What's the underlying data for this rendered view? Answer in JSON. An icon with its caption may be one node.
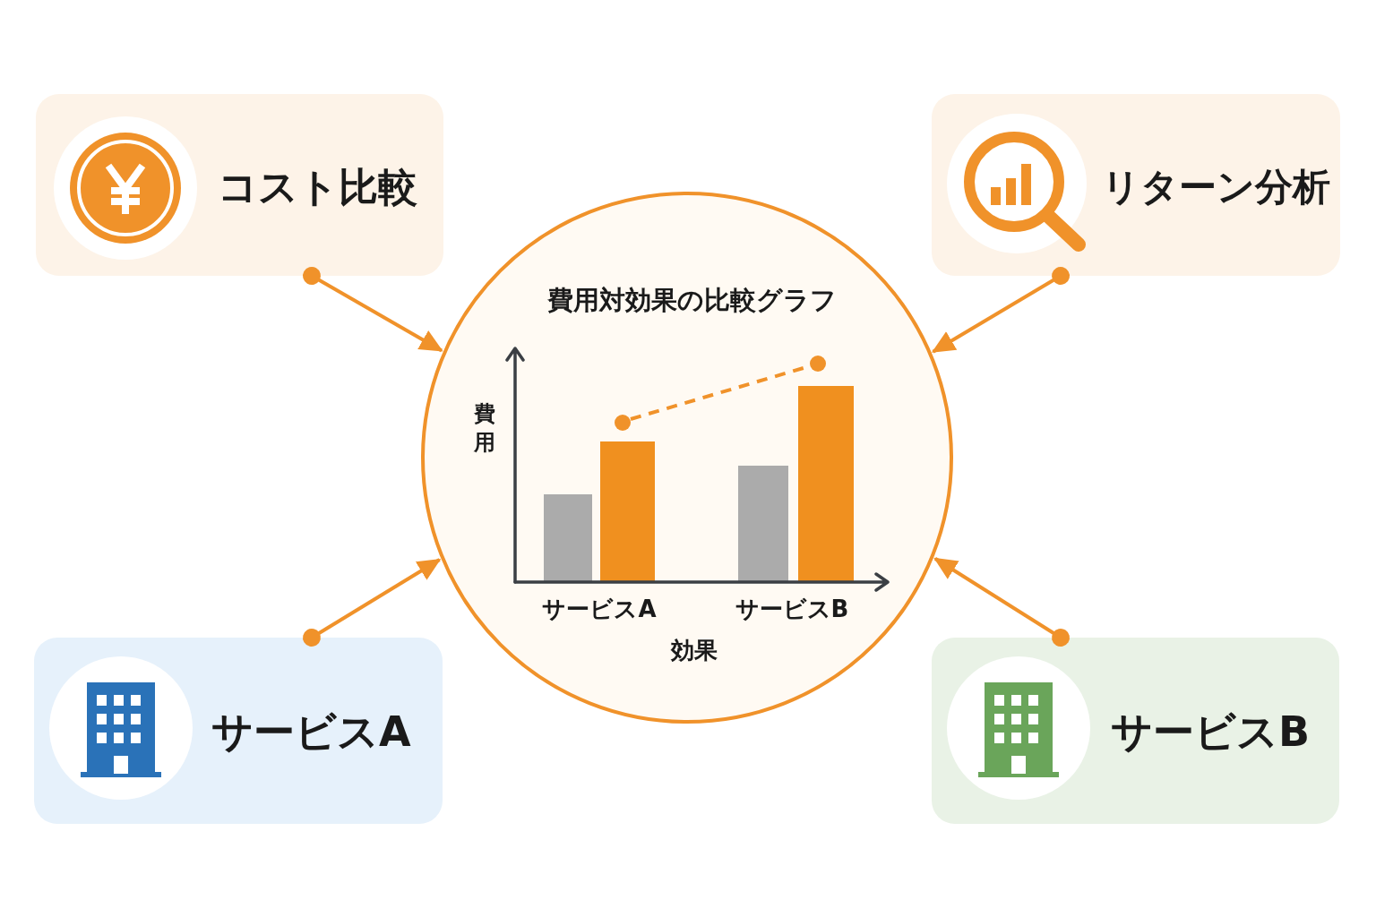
{
  "diagram": {
    "nodes": [
      {
        "text": [
          "コスト比較"
        ]
      },
      {
        "text": [
          "リターン分析"
        ]
      },
      {
        "text": [
          "費用対効果の比較グラフ"
        ]
      },
      {
        "text": [
          "サービスA"
        ]
      },
      {
        "text": [
          "サービスB"
        ]
      }
    ],
    "edges": [
      {
        "from": 0,
        "to": 2,
        "arrow": "to"
      },
      {
        "from": 1,
        "to": 2,
        "arrow": "to"
      },
      {
        "from": 3,
        "to": 2,
        "arrow": "to"
      },
      {
        "from": 4,
        "to": 2,
        "arrow": "to"
      }
    ],
    "labels": [
      "費用",
      "サービスA",
      "サービスB",
      "効果"
    ]
  }
}
